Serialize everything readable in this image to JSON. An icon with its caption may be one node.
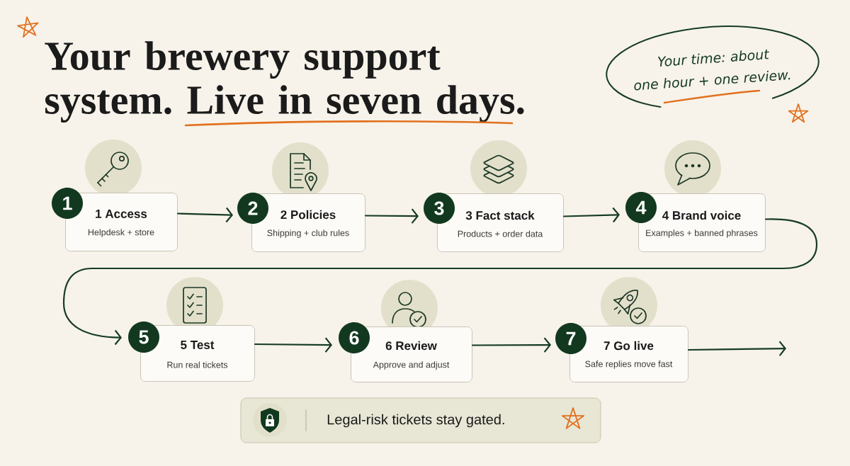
{
  "diagram": {
    "title": "Your brewery support system. Live in seven days.",
    "nodes": [
      {
        "text": [
          "Your time: about one hour + one review."
        ]
      },
      {
        "text": [
          "1",
          "1 Access",
          "Helpdesk + store"
        ]
      },
      {
        "text": [
          "2",
          "2 Policies",
          "Shipping + club rules"
        ]
      },
      {
        "text": [
          "3",
          "3 Fact stack",
          "Products + order data"
        ]
      },
      {
        "text": [
          "4",
          "4 Brand voice",
          "Examples + banned phrases"
        ]
      },
      {
        "text": [
          "5",
          "5 Test",
          "Run real tickets"
        ]
      },
      {
        "text": [
          "6",
          "6 Review",
          "Approve and adjust"
        ]
      },
      {
        "text": [
          "7",
          "7 Go live",
          "Safe replies move fast"
        ]
      },
      {
        "text": [
          "Legal-risk tickets stay gated."
        ]
      }
    ],
    "edges": [
      {
        "from": 1,
        "to": 2,
        "arrow": "to"
      },
      {
        "from": 2,
        "to": 3,
        "arrow": "to"
      },
      {
        "from": 3,
        "to": 4,
        "arrow": "to"
      },
      {
        "from": 4,
        "to": 5,
        "arrow": "to"
      },
      {
        "from": 5,
        "to": 6,
        "arrow": "to"
      },
      {
        "from": 6,
        "to": 7,
        "arrow": "to"
      },
      {
        "from": 7,
        "to": null,
        "arrow": "to"
      }
    ]
  }
}
